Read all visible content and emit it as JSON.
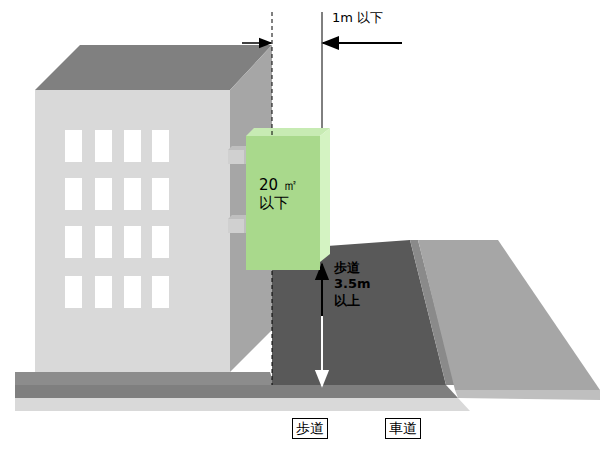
{
  "diagram": {
    "nodes": [
      {
        "text": [
          "20 ㎡ 以下"
        ]
      },
      {
        "text": [
          "歩道"
        ]
      },
      {
        "text": [
          "車道"
        ]
      }
    ],
    "labels": [
      "1m 以下",
      "歩道 3.5m 以上"
    ]
  }
}
